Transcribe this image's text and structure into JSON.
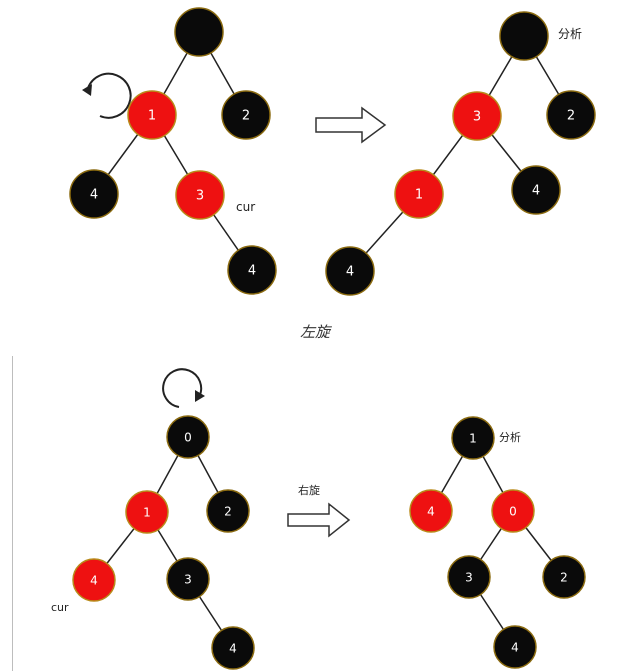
{
  "top_diagram": {
    "caption": "左旋",
    "before": {
      "nodes": [
        {
          "id": "root",
          "label": "",
          "color": "black"
        },
        {
          "id": "n1",
          "label": "1",
          "color": "red"
        },
        {
          "id": "n2",
          "label": "2",
          "color": "black"
        },
        {
          "id": "n4",
          "label": "4",
          "color": "black"
        },
        {
          "id": "n3",
          "label": "3",
          "color": "red"
        },
        {
          "id": "n4b",
          "label": "4",
          "color": "black"
        }
      ],
      "annotation": "cur"
    },
    "after": {
      "nodes": [
        {
          "id": "root",
          "label": "",
          "color": "black"
        },
        {
          "id": "n3",
          "label": "3",
          "color": "red"
        },
        {
          "id": "n2",
          "label": "2",
          "color": "black"
        },
        {
          "id": "n1",
          "label": "1",
          "color": "red"
        },
        {
          "id": "n4",
          "label": "4",
          "color": "black"
        },
        {
          "id": "n4b",
          "label": "4",
          "color": "black"
        }
      ],
      "annotation": "分析"
    }
  },
  "bottom_diagram": {
    "arrow_label": "右旋",
    "before": {
      "nodes": [
        {
          "id": "n0",
          "label": "0",
          "color": "black"
        },
        {
          "id": "n1",
          "label": "1",
          "color": "red"
        },
        {
          "id": "n2",
          "label": "2",
          "color": "black"
        },
        {
          "id": "n4",
          "label": "4",
          "color": "red"
        },
        {
          "id": "n3",
          "label": "3",
          "color": "black"
        },
        {
          "id": "n4b",
          "label": "4",
          "color": "black"
        }
      ],
      "annotation": "cur"
    },
    "after": {
      "nodes": [
        {
          "id": "n1",
          "label": "1",
          "color": "black"
        },
        {
          "id": "n4",
          "label": "4",
          "color": "red"
        },
        {
          "id": "n0",
          "label": "0",
          "color": "red"
        },
        {
          "id": "n3",
          "label": "3",
          "color": "black"
        },
        {
          "id": "n2",
          "label": "2",
          "color": "black"
        },
        {
          "id": "n4b",
          "label": "4",
          "color": "black"
        }
      ],
      "annotation": "分析"
    }
  },
  "colors": {
    "red": "#ee1111",
    "black": "#0a0a0a",
    "red_border": "#b88a1a",
    "black_border": "#8a6a10",
    "edge": "#222222"
  }
}
